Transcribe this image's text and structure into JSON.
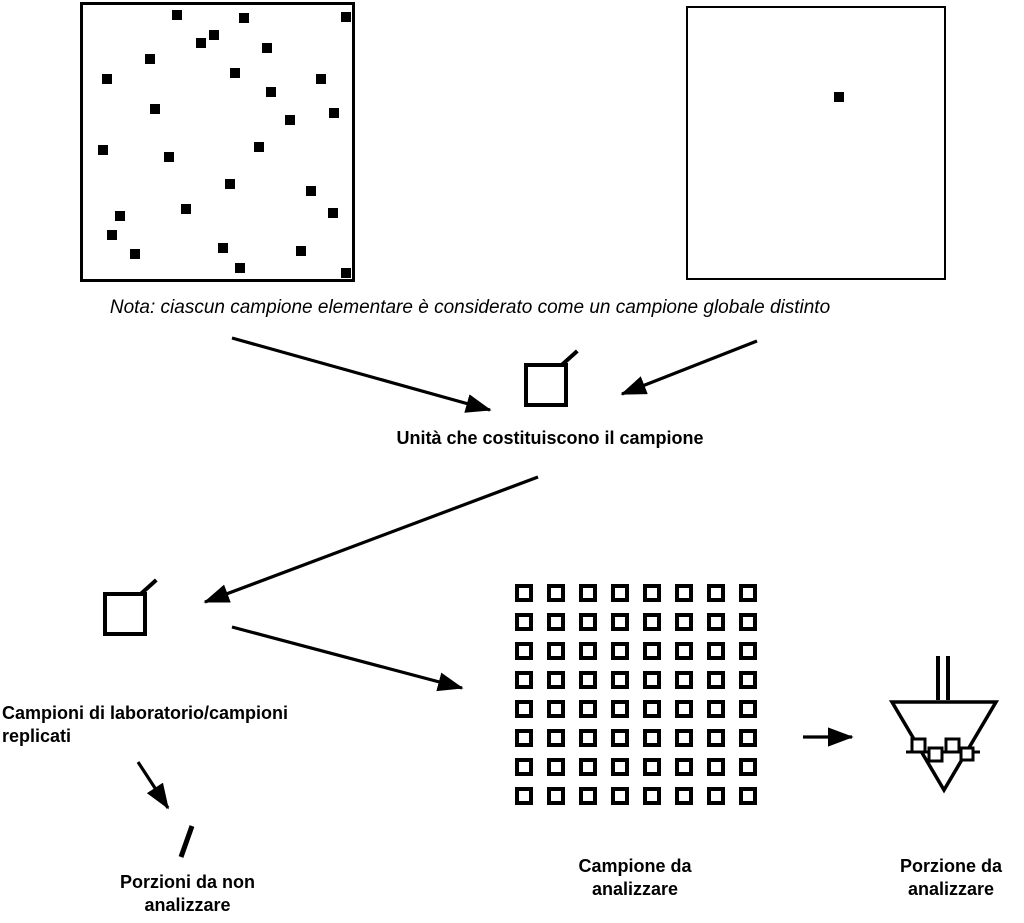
{
  "note": "Nota: ciascun campione elementare è considerato come un campione globale distinto",
  "labels": {
    "units": "Unità che costituiscono il campione",
    "lab_samples": "Campioni di laboratorio/campioni\nreplicati",
    "portions_not_analyzed": "Porzioni da non\nanalizzare",
    "sample_to_analyze": "Campione da\nanalizzare",
    "portion_to_analyze": "Porzione da\nanalizzare"
  },
  "left_box": {
    "dots": [
      [
        33,
        2
      ],
      [
        58,
        3
      ],
      [
        96,
        2.5
      ],
      [
        47,
        9
      ],
      [
        42,
        12
      ],
      [
        66.5,
        14
      ],
      [
        23,
        18
      ],
      [
        7,
        25
      ],
      [
        54.5,
        23
      ],
      [
        86.5,
        25
      ],
      [
        68,
        30
      ],
      [
        25,
        36
      ],
      [
        75,
        40
      ],
      [
        91.6,
        37.5
      ],
      [
        5.5,
        51
      ],
      [
        30,
        53.5
      ],
      [
        63.6,
        50
      ],
      [
        52.7,
        63.5
      ],
      [
        83,
        66
      ],
      [
        12,
        75
      ],
      [
        36.4,
        72.5
      ],
      [
        91,
        74
      ],
      [
        9,
        82
      ],
      [
        17.5,
        89
      ],
      [
        50,
        87
      ],
      [
        79,
        88
      ],
      [
        56.4,
        94
      ],
      [
        96,
        96
      ]
    ]
  },
  "right_box": {
    "dots": [
      [
        57,
        31
      ]
    ]
  },
  "grid": {
    "rows": 8,
    "cols": 8
  },
  "icons": {
    "sample_unit_icon": "square-with-tag",
    "funnel_icon": "separatory-funnel",
    "discard_mark_icon": "slash-mark"
  },
  "colors": {
    "ink": "#000000",
    "background": "#ffffff"
  }
}
